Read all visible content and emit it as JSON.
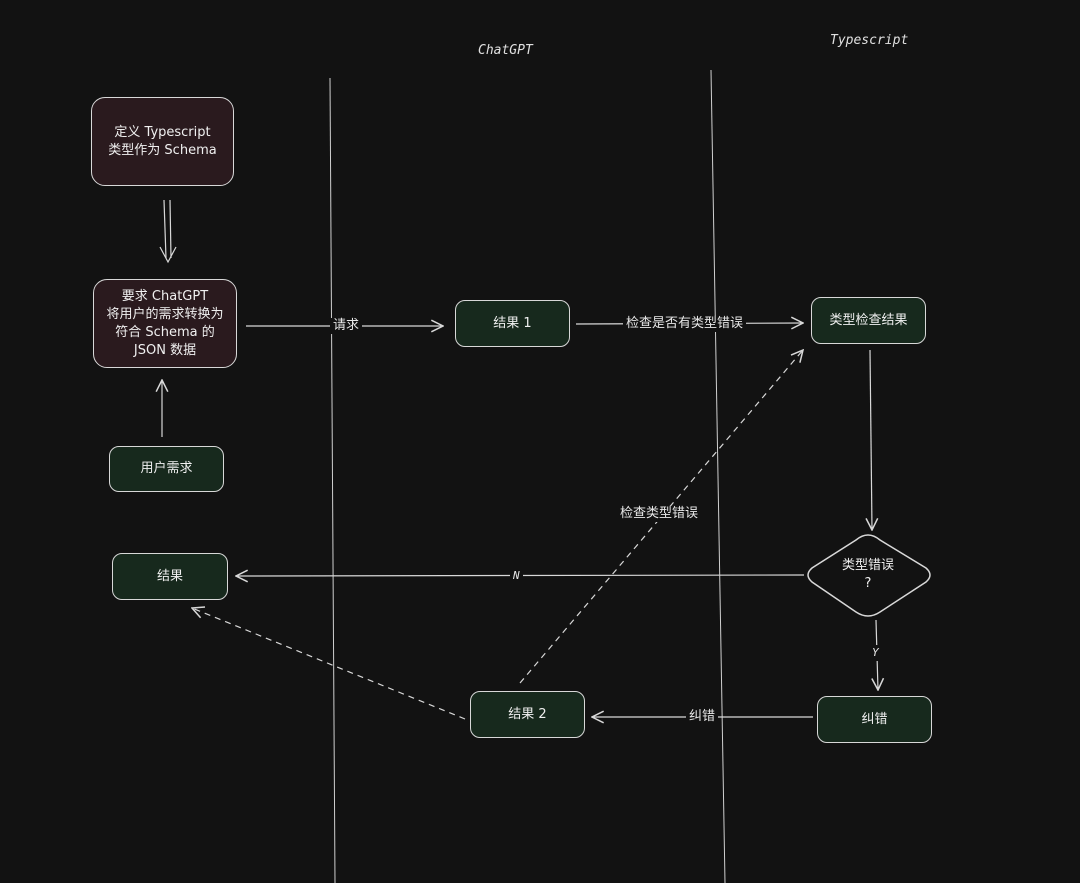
{
  "lanes": {
    "chatgpt": "ChatGPT",
    "typescript": "Typescript"
  },
  "nodes": {
    "define_schema": "定义 Typescript\n类型作为 Schema",
    "request_chatgpt": "要求 ChatGPT\n将用户的需求转换为\n符合 Schema 的\nJSON 数据",
    "user_need": "用户需求",
    "result_final": "结果",
    "result1": "结果 1",
    "check_result": "类型检查结果",
    "type_error_q": "类型错误\n?",
    "fix": "纠错",
    "result2": "结果 2"
  },
  "edges": {
    "request": "请求",
    "check_has_error": "检查是否有类型错误",
    "check_type_error": "检查类型错误",
    "no": "N",
    "yes": "Y",
    "fix": "纠错"
  },
  "colors": {
    "background": "#121212",
    "stroke": "#d8d8d8",
    "node_red": "#2a1a1e",
    "node_green": "#17291d"
  }
}
